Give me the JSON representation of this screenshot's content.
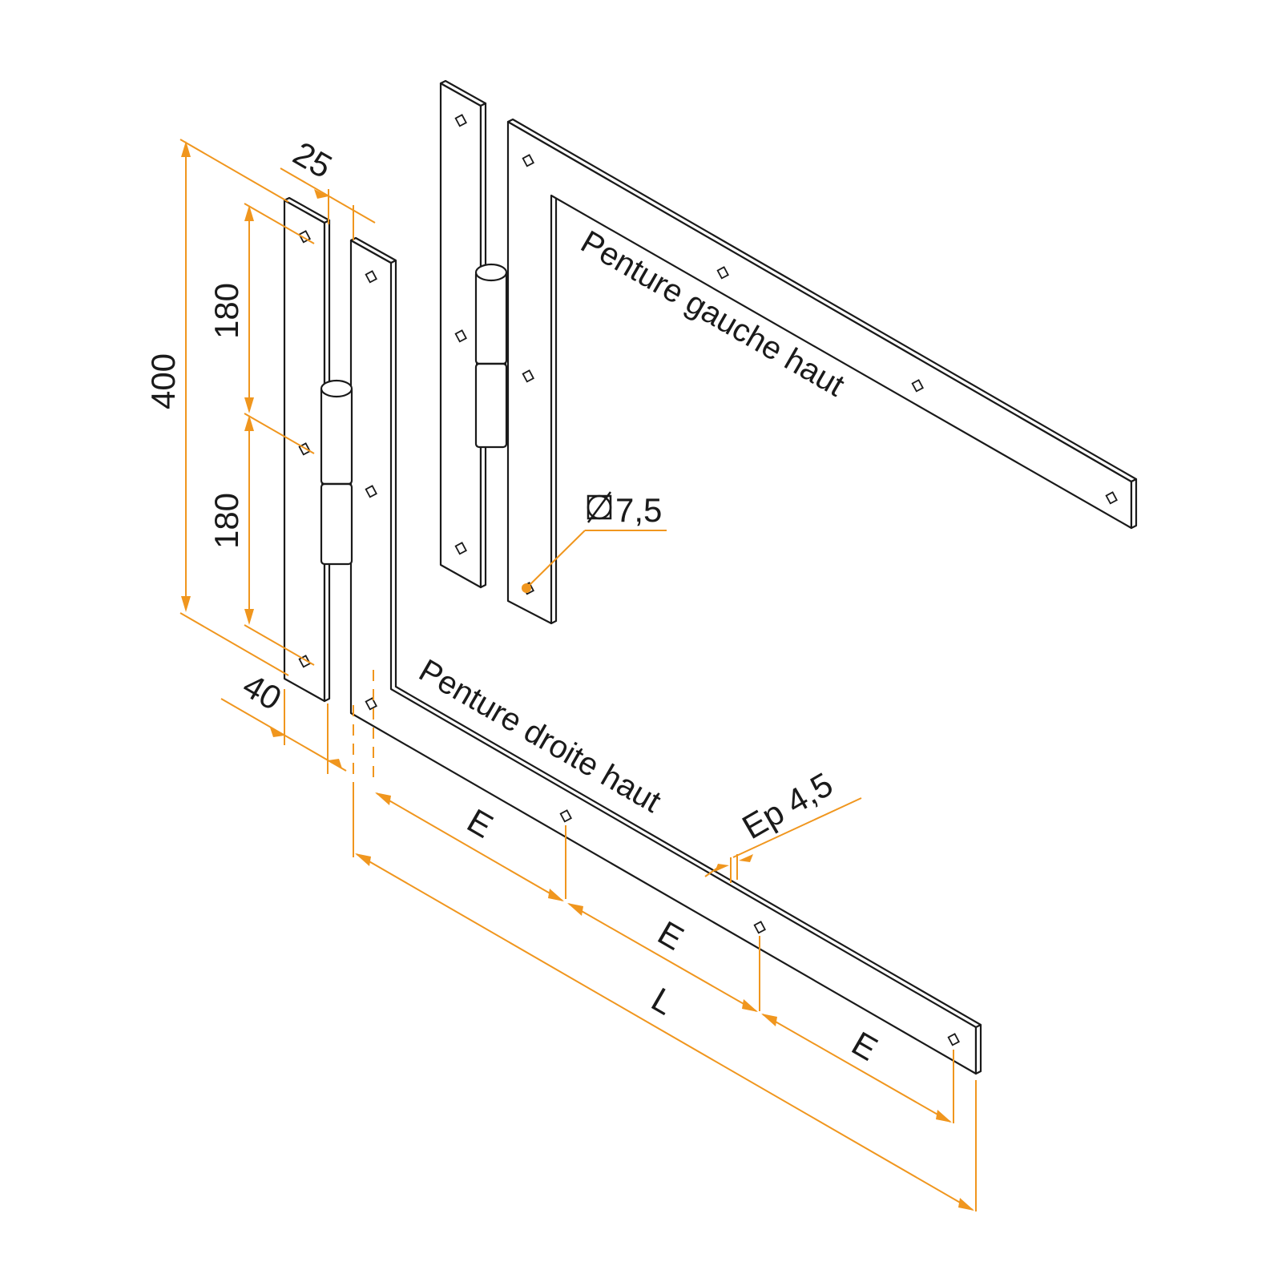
{
  "colors": {
    "dimension": "#f0961e",
    "outline": "#1a1a1a",
    "background": "#ffffff"
  },
  "labels": {
    "right_hinge": "Penture droite haut",
    "left_hinge": "Penture gauche haut"
  },
  "dimensions": {
    "height_total": "400",
    "spacing_upper": "180",
    "spacing_lower": "180",
    "gap_width": "25",
    "gond_width": "40",
    "hole_spacing_1": "E",
    "hole_spacing_2": "E",
    "hole_spacing_3": "E",
    "total_length": "L",
    "thickness": "Ep 4,5",
    "hole_diameter": "7,5",
    "diameter_symbol": "⌀"
  }
}
